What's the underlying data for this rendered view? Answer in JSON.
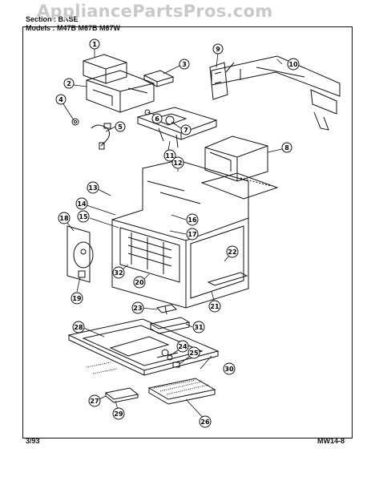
{
  "header": {
    "section": "Section : BASE",
    "models": "Models : M47B  M67B  M67W"
  },
  "watermark": "AppliancePartsPros.com",
  "footer": {
    "date": "3/93",
    "code": "MW14-8"
  },
  "callouts": [
    "1",
    "2",
    "3",
    "4",
    "5",
    "6",
    "7",
    "8",
    "9",
    "10",
    "11",
    "12",
    "13",
    "14",
    "15",
    "16",
    "17",
    "18",
    "19",
    "20",
    "21",
    "22",
    "23",
    "24",
    "25",
    "26",
    "27",
    "28",
    "29",
    "30",
    "31",
    "32"
  ]
}
